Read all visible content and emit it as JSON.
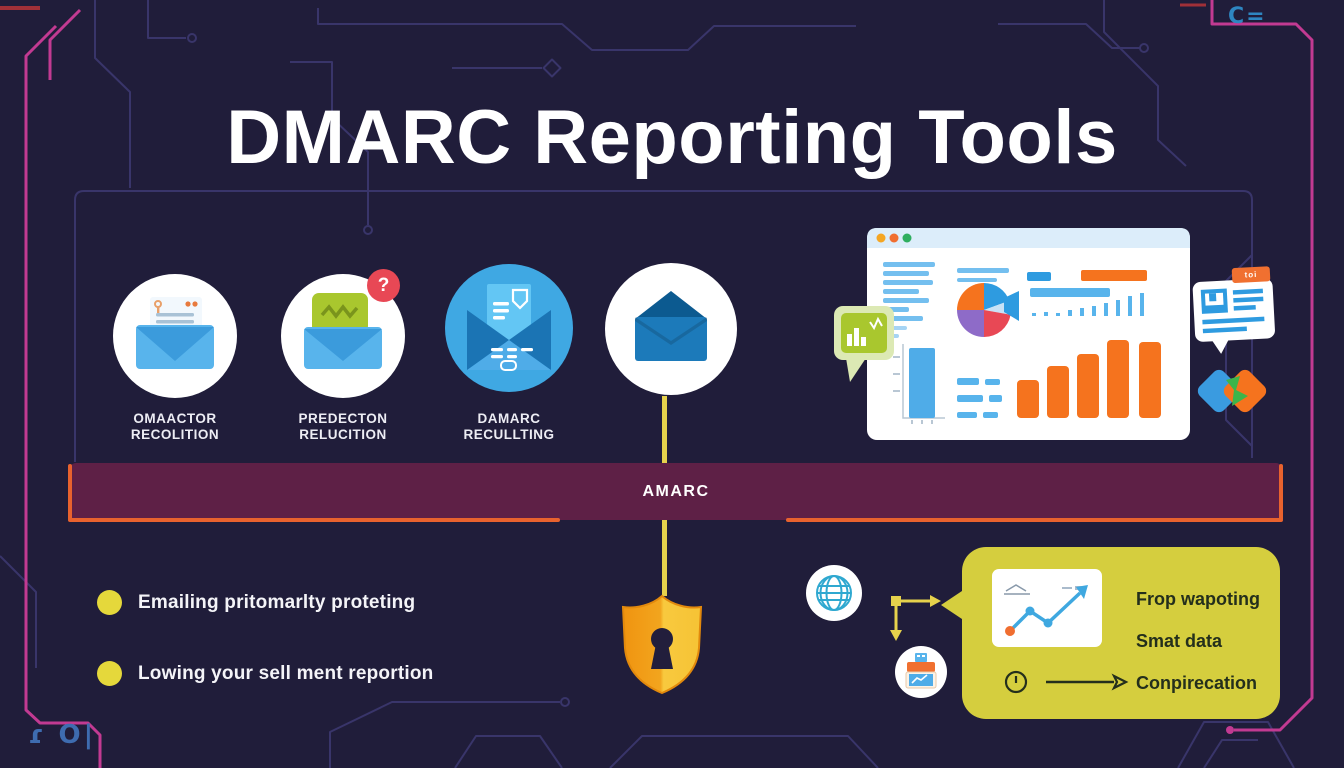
{
  "title": "DMARC Reporting Tools",
  "pipeline": {
    "items": [
      {
        "label_line1": "OMAACTOR",
        "label_line2": "RECOLITION",
        "icon": "envelope-letter-icon"
      },
      {
        "label_line1": "PREDECTON",
        "label_line2": "RELUCITION",
        "icon": "envelope-chat-icon",
        "badge": "?"
      },
      {
        "label_line1": "DAMARC",
        "label_line2": "RECULLTING",
        "icon": "envelope-report-icon"
      },
      {
        "icon": "envelope-open-icon"
      }
    ]
  },
  "banner": {
    "label": "AMARC"
  },
  "bullets": [
    "Emailing pritomarlty proteting",
    "Lowing your sell ment reportion"
  ],
  "callout": {
    "line1": "Frop wapoting",
    "line2": "Smat data",
    "line3": "Conpirecation"
  },
  "decor": {
    "card_tab_label": "toi",
    "corner_glyph_top_right": "C=",
    "corner_glyph_bottom_left": "ɾ O|"
  },
  "colors": {
    "background": "#201D3A",
    "circuit_magenta": "#C23A92",
    "circuit_purple": "#39356A",
    "accent_yellow": "#E6D24C",
    "banner_fill": "#5E2046",
    "banner_border": "#E8622E",
    "callout_fill": "#D5CE3E",
    "shield_gold": "#F5A623",
    "envelope_blue": "#4FACE8",
    "chart_orange": "#F5731E",
    "badge_red": "#E84855",
    "bullet_yellow": "#E5D83B"
  }
}
